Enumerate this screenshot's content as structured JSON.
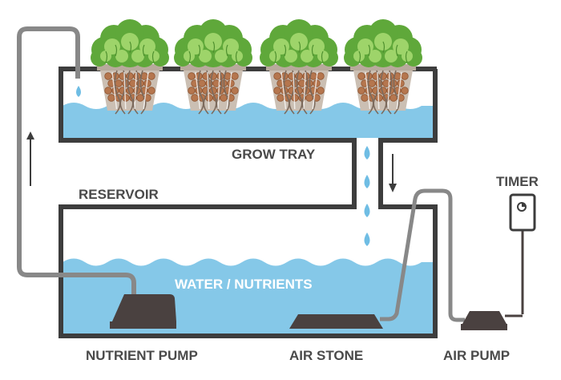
{
  "labels": {
    "grow_tray": "GROW TRAY",
    "reservoir": "RESERVOIR",
    "water_nutrients": "WATER / NUTRIENTS",
    "timer": "TIMER",
    "nutrient_pump": "NUTRIENT PUMP",
    "air_stone": "AIR STONE",
    "air_pump": "AIR PUMP"
  },
  "colors": {
    "water": "#85c8e8",
    "water_drop": "#6fbde4",
    "outline": "#3d3d3d",
    "tube": "#888888",
    "pump": "#4a4140",
    "pot": "#cbbfb3",
    "clay": "#b5764e",
    "roots": "#7c6a5c",
    "leaf_dark": "#5fa83a",
    "leaf_light": "#9ed46a",
    "label": "#4a4a4a"
  },
  "plants": [
    {
      "name": "lettuce-1"
    },
    {
      "name": "lettuce-2"
    },
    {
      "name": "lettuce-3"
    },
    {
      "name": "lettuce-4"
    }
  ]
}
